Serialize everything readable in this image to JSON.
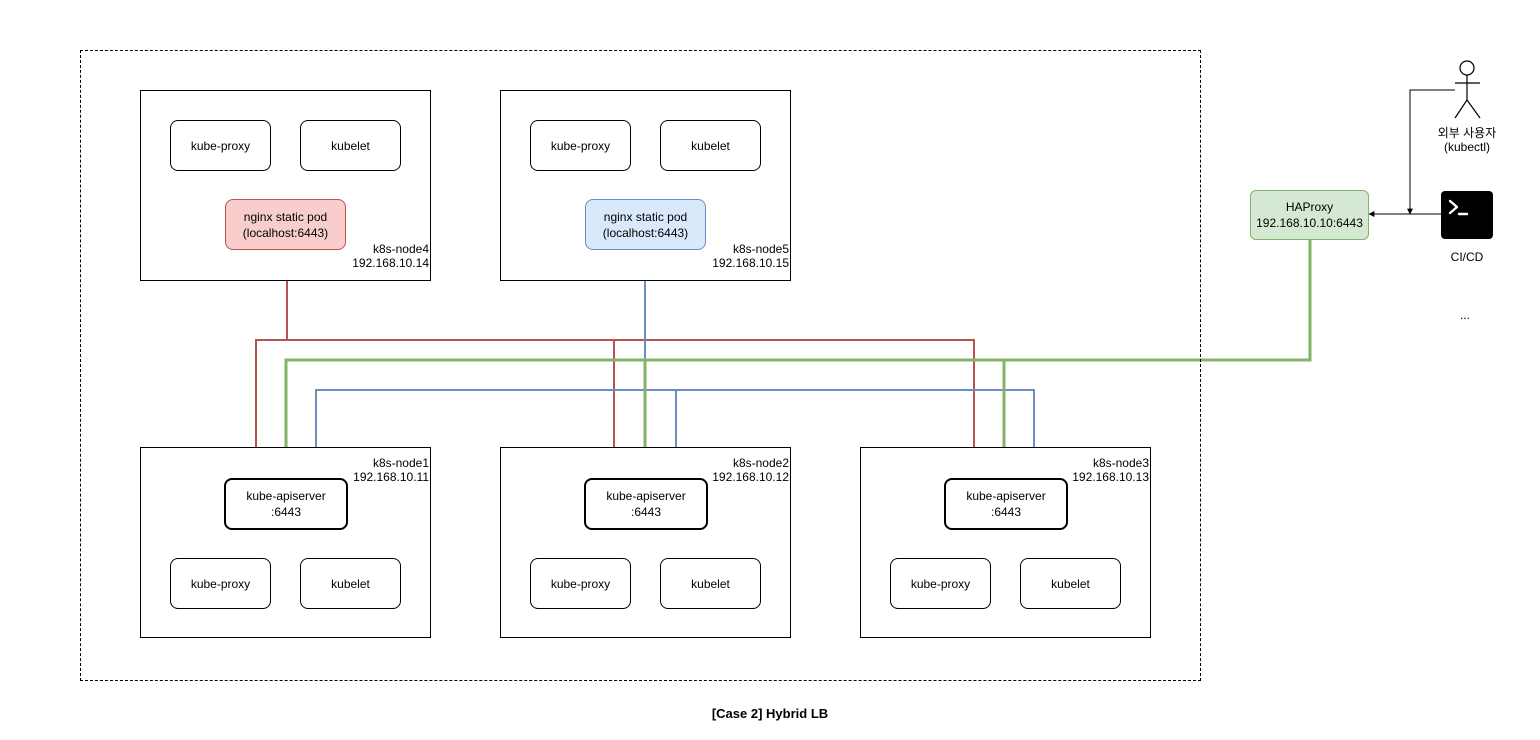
{
  "caption": "[Case 2] Hybrid LB",
  "colors": {
    "red": "#b85450",
    "blue": "#6c8ebf",
    "green": "#82b366",
    "black": "#000000"
  },
  "common": {
    "kube_proxy": "kube-proxy",
    "kubelet": "kubelet"
  },
  "lb_nodes": [
    {
      "name": "k8s-node4",
      "ip": "192.168.10.14",
      "pod_title": "nginx static pod",
      "pod_addr": "(localhost:6443)",
      "pod_color": "red"
    },
    {
      "name": "k8s-node5",
      "ip": "192.168.10.15",
      "pod_title": "nginx static pod",
      "pod_addr": "(localhost:6443)",
      "pod_color": "blue"
    }
  ],
  "cp_nodes": [
    {
      "name": "k8s-node1",
      "ip": "192.168.10.11",
      "api_title": "kube-apiserver",
      "api_port": ":6443"
    },
    {
      "name": "k8s-node2",
      "ip": "192.168.10.12",
      "api_title": "kube-apiserver",
      "api_port": ":6443"
    },
    {
      "name": "k8s-node3",
      "ip": "192.168.10.13",
      "api_title": "kube-apiserver",
      "api_port": ":6443"
    }
  ],
  "haproxy": {
    "title": "HAProxy",
    "addr": "192.168.10.10:6443"
  },
  "external_user": {
    "label": "외부 사용자",
    "sublabel": "(kubectl)",
    "icon": "person-icon"
  },
  "cicd": {
    "label": "CI/CD",
    "icon": "terminal-icon"
  },
  "more": "..."
}
